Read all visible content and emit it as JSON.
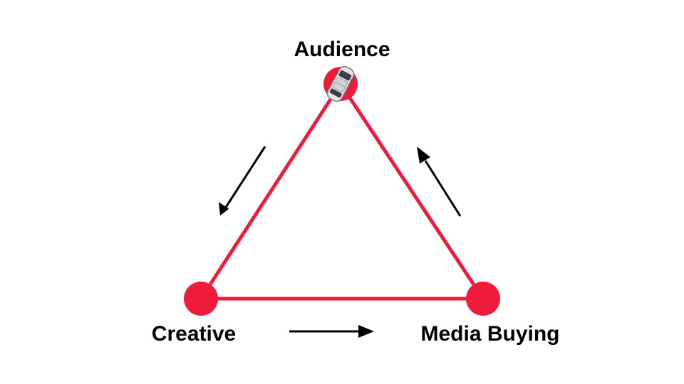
{
  "diagram": {
    "nodes": [
      {
        "id": "audience",
        "label": "Audience"
      },
      {
        "id": "creative",
        "label": "Creative"
      },
      {
        "id": "media_buying",
        "label": "Media Buying"
      }
    ],
    "edges": [
      {
        "from": "audience",
        "to": "creative"
      },
      {
        "from": "creative",
        "to": "media_buying"
      },
      {
        "from": "media_buying",
        "to": "audience"
      }
    ],
    "colors": {
      "node": "#ee1c3a",
      "edge": "#ee1c3a",
      "arrow": "#000000",
      "label": "#000000",
      "background": "#ffffff"
    },
    "icons": {
      "vehicle": "minivan-icon"
    }
  }
}
